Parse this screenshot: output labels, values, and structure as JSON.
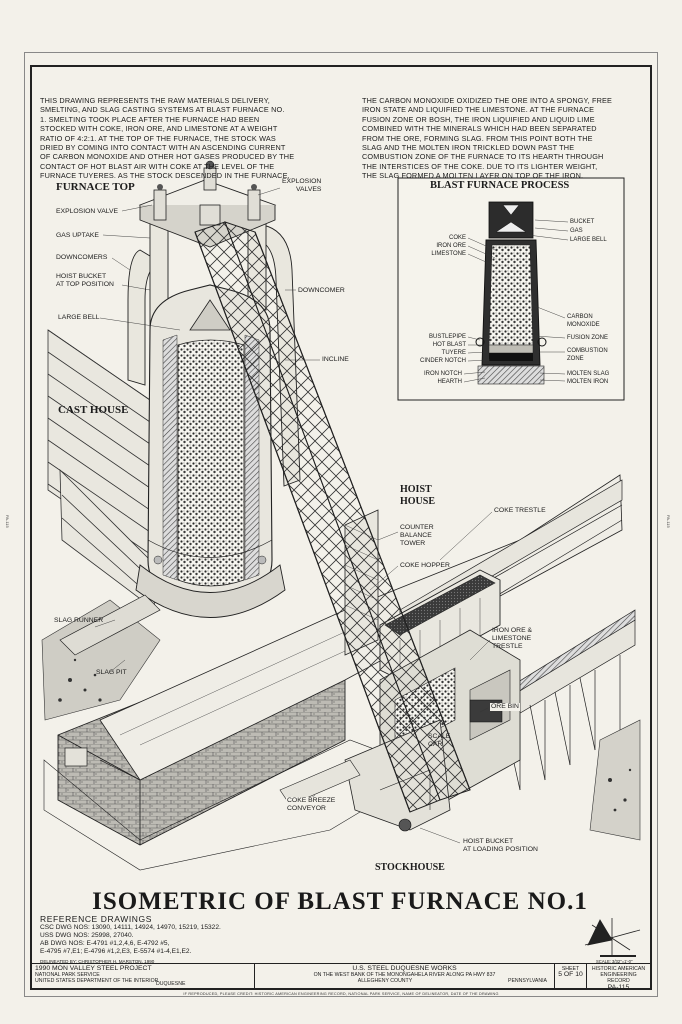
{
  "intro_left": [
    "THIS DRAWING REPRESENTS THE RAW MATERIALS DELIVERY,",
    "SMELTING, AND SLAG CASTING SYSTEMS AT BLAST FURNACE NO.",
    "1. SMELTING TOOK PLACE AFTER THE FURNACE HAD BEEN",
    "STOCKED WITH COKE, IRON ORE, AND LIMESTONE AT A WEIGHT",
    "RATIO OF 4:2:1. AT THE TOP OF THE FURNACE, THE STOCK WAS",
    "DRIED BY COMING INTO CONTACT WITH AN ASCENDING CURRENT",
    "OF CARBON MONOXIDE AND OTHER HOT GASES PRODUCED BY THE",
    "CONTACT OF HOT BLAST AIR WITH COKE AT THE LEVEL OF THE",
    "FURNACE TUYERES. AS THE STOCK DESCENDED IN THE FURNACE,"
  ],
  "intro_right": [
    "THE CARBON MONOXIDE OXIDIZED THE ORE INTO A SPONGY, FREE",
    "IRON STATE AND LIQUIFIED THE LIMESTONE. AT THE FURNACE",
    "FUSION ZONE OR BOSH, THE IRON LIQUIFIED AND LIQUID LIME",
    "COMBINED WITH THE MINERALS WHICH HAD BEEN SEPARATED",
    "FROM THE ORE, FORMING SLAG. FROM THIS POINT BOTH THE",
    "SLAG AND THE MOLTEN IRON TRICKLED DOWN PAST THE",
    "COMBUSTION ZONE OF THE FURNACE TO ITS HEARTH THROUGH",
    "THE INTERSTICES OF THE COKE. DUE TO ITS LIGHTER WEIGHT,",
    "THE SLAG FORMED A MOLTEN LAYER ON TOP OF THE IRON."
  ],
  "headings": {
    "furnace_top": "FURNACE TOP",
    "cast_house": "CAST HOUSE",
    "hoist_house_1": "HOIST",
    "hoist_house_2": "HOUSE",
    "stockhouse": "STOCKHOUSE",
    "process_title": "BLAST FURNACE PROCESS"
  },
  "labels": {
    "explosion_valves_1": "EXPLOSION",
    "explosion_valves_2": "VALVES",
    "explosion_valve": "EXPLOSION VALVE",
    "gas_uptake": "GAS UPTAKE",
    "downcomers": "DOWNCOMERS",
    "hoist_bucket_top_1": "HOIST BUCKET",
    "hoist_bucket_top_2": "AT TOP POSITION",
    "large_bell": "LARGE BELL",
    "downcomer": "DOWNCOMER",
    "incline": "INCLINE",
    "counter_1": "COUNTER",
    "counter_2": "BALANCE",
    "counter_3": "TOWER",
    "coke_hopper": "COKE HOPPER",
    "coke_trestle": "COKE TRESTLE",
    "iron_ore_1": "IRON ORE &",
    "iron_ore_2": "LIMESTONE",
    "iron_ore_3": "TRESTLE",
    "ore_bin": "ORE BIN",
    "scale_car_1": "SCALE",
    "scale_car_2": "CAR",
    "slag_runner": "SLAG RUNNER",
    "slag_pit": "SLAG PIT",
    "coke_breeze_1": "COKE BREEZE",
    "coke_breeze_2": "CONVEYOR",
    "hoist_bucket_load_1": "HOIST BUCKET",
    "hoist_bucket_load_2": "AT LOADING POSITION"
  },
  "process_labels": {
    "bucket": "BUCKET",
    "gas": "GAS",
    "large_bell": "LARGE BELL",
    "coke": "COKE",
    "iron_ore": "IRON ORE",
    "limestone": "LIMESTONE",
    "carbon_1": "CARBON",
    "carbon_2": "MONOXIDE",
    "fusion_zone": "FUSION ZONE",
    "combustion_1": "COMBUSTION",
    "combustion_2": "ZONE",
    "bustlepipe": "BUSTLEPIPE",
    "hot_blast": "HOT BLAST",
    "tuyere": "TUYERE",
    "cinder_notch": "CINDER NOTCH",
    "iron_notch": "IRON NOTCH",
    "hearth": "HEARTH",
    "molten_slag": "MOLTEN SLAG",
    "molten_iron": "MOLTEN IRON"
  },
  "title": "ISOMETRIC OF BLAST FURNACE NO.1",
  "references": {
    "heading": "REFERENCE DRAWINGS",
    "lines": [
      "CSC DWG NOS: 13090, 14111, 14924, 14970, 15219, 15322.",
      "USS DWG NOS: 25998, 27040.",
      "AB   DWG NOS: E-4791 #1,2,4,6, E-4792 #5,",
      "E-4795 #7,E1; E-4796 #1,2,E3, E-5574 #1-4,E1,E2."
    ],
    "delineator": "DELINEATED BY: CHRISTOPHER H. MARSTON, 1990"
  },
  "title_block": {
    "project_1": "1990 MON VALLEY STEEL PROJECT",
    "project_2": "NATIONAL PARK SERVICE",
    "project_3": "UNITED STATES DEPARTMENT OF THE INTERIOR",
    "name_1": "U.S. STEEL DUQUESNE WORKS",
    "name_2": "ON THE WEST BANK OF THE MONONGAHELA RIVER ALONG PA HWY 837",
    "city": "DUQUESNE",
    "county": "ALLEGHENY COUNTY",
    "state": "PENNSYLVANIA",
    "sheet_label": "SHEET",
    "sheet_value": "5 OF 10",
    "record_1": "HISTORIC AMERICAN",
    "record_2": "ENGINEERING RECORD",
    "record_num": "PA-115"
  },
  "scale_label": "SCALE: 3/32\"=1'-0\"",
  "footer": "IF REPRODUCED, PLEASE CREDIT: HISTORIC AMERICAN ENGINEERING RECORD, NATIONAL PARK SERVICE, NAME OF DELINEATOR, DATE OF THE DRAWING",
  "side_marks": {
    "left": "PA-115",
    "right": "PA-115"
  }
}
